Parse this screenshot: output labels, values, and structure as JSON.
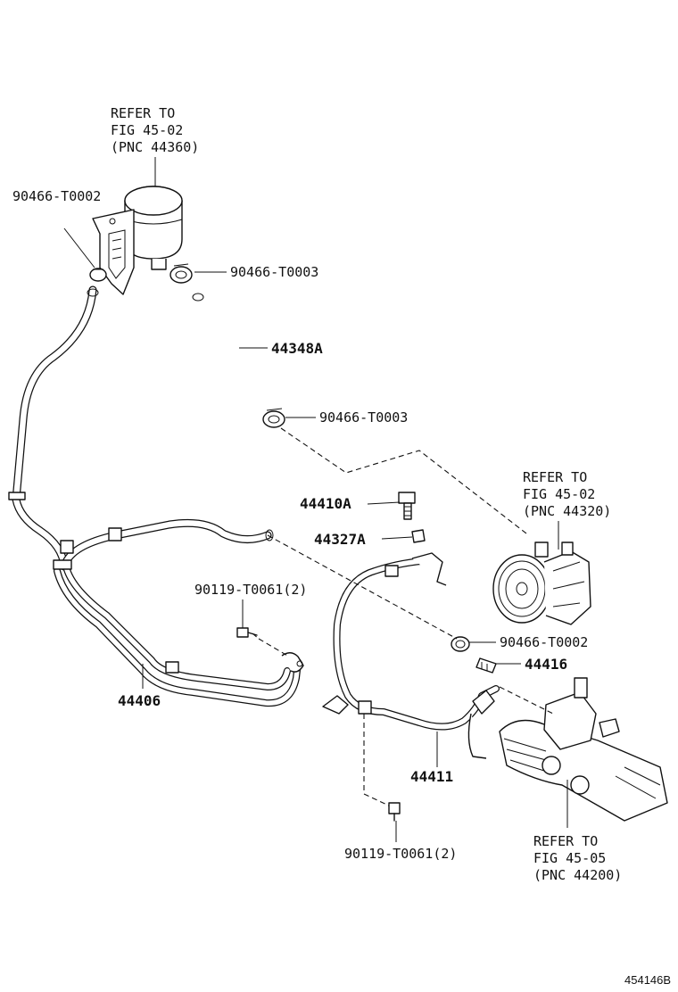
{
  "refers": {
    "reservoir": [
      "REFER TO",
      "FIG 45-02",
      "(PNC 44360)"
    ],
    "pump": [
      "REFER TO",
      "FIG 45-02",
      "(PNC 44320)"
    ],
    "gear": [
      "REFER TO",
      "FIG 45-05",
      "(PNC 44200)"
    ]
  },
  "parts": {
    "clamp_reservoir_left": "90466-T0002",
    "clamp_reservoir_right": "90466-T0003",
    "hose_44348a": "44348A",
    "clamp_hose_lower": "90466-T0003",
    "bolt_44410a": "44410A",
    "gasket_44327a": "44327A",
    "bolt_left": "90119-T0061(2)",
    "clamp_pump_line": "90466-T0002",
    "union_44416": "44416",
    "return_tube": "44406",
    "pressure_tube": "44411",
    "bolt_bottom": "90119-T0061(2)"
  },
  "figure_id": "454146B"
}
